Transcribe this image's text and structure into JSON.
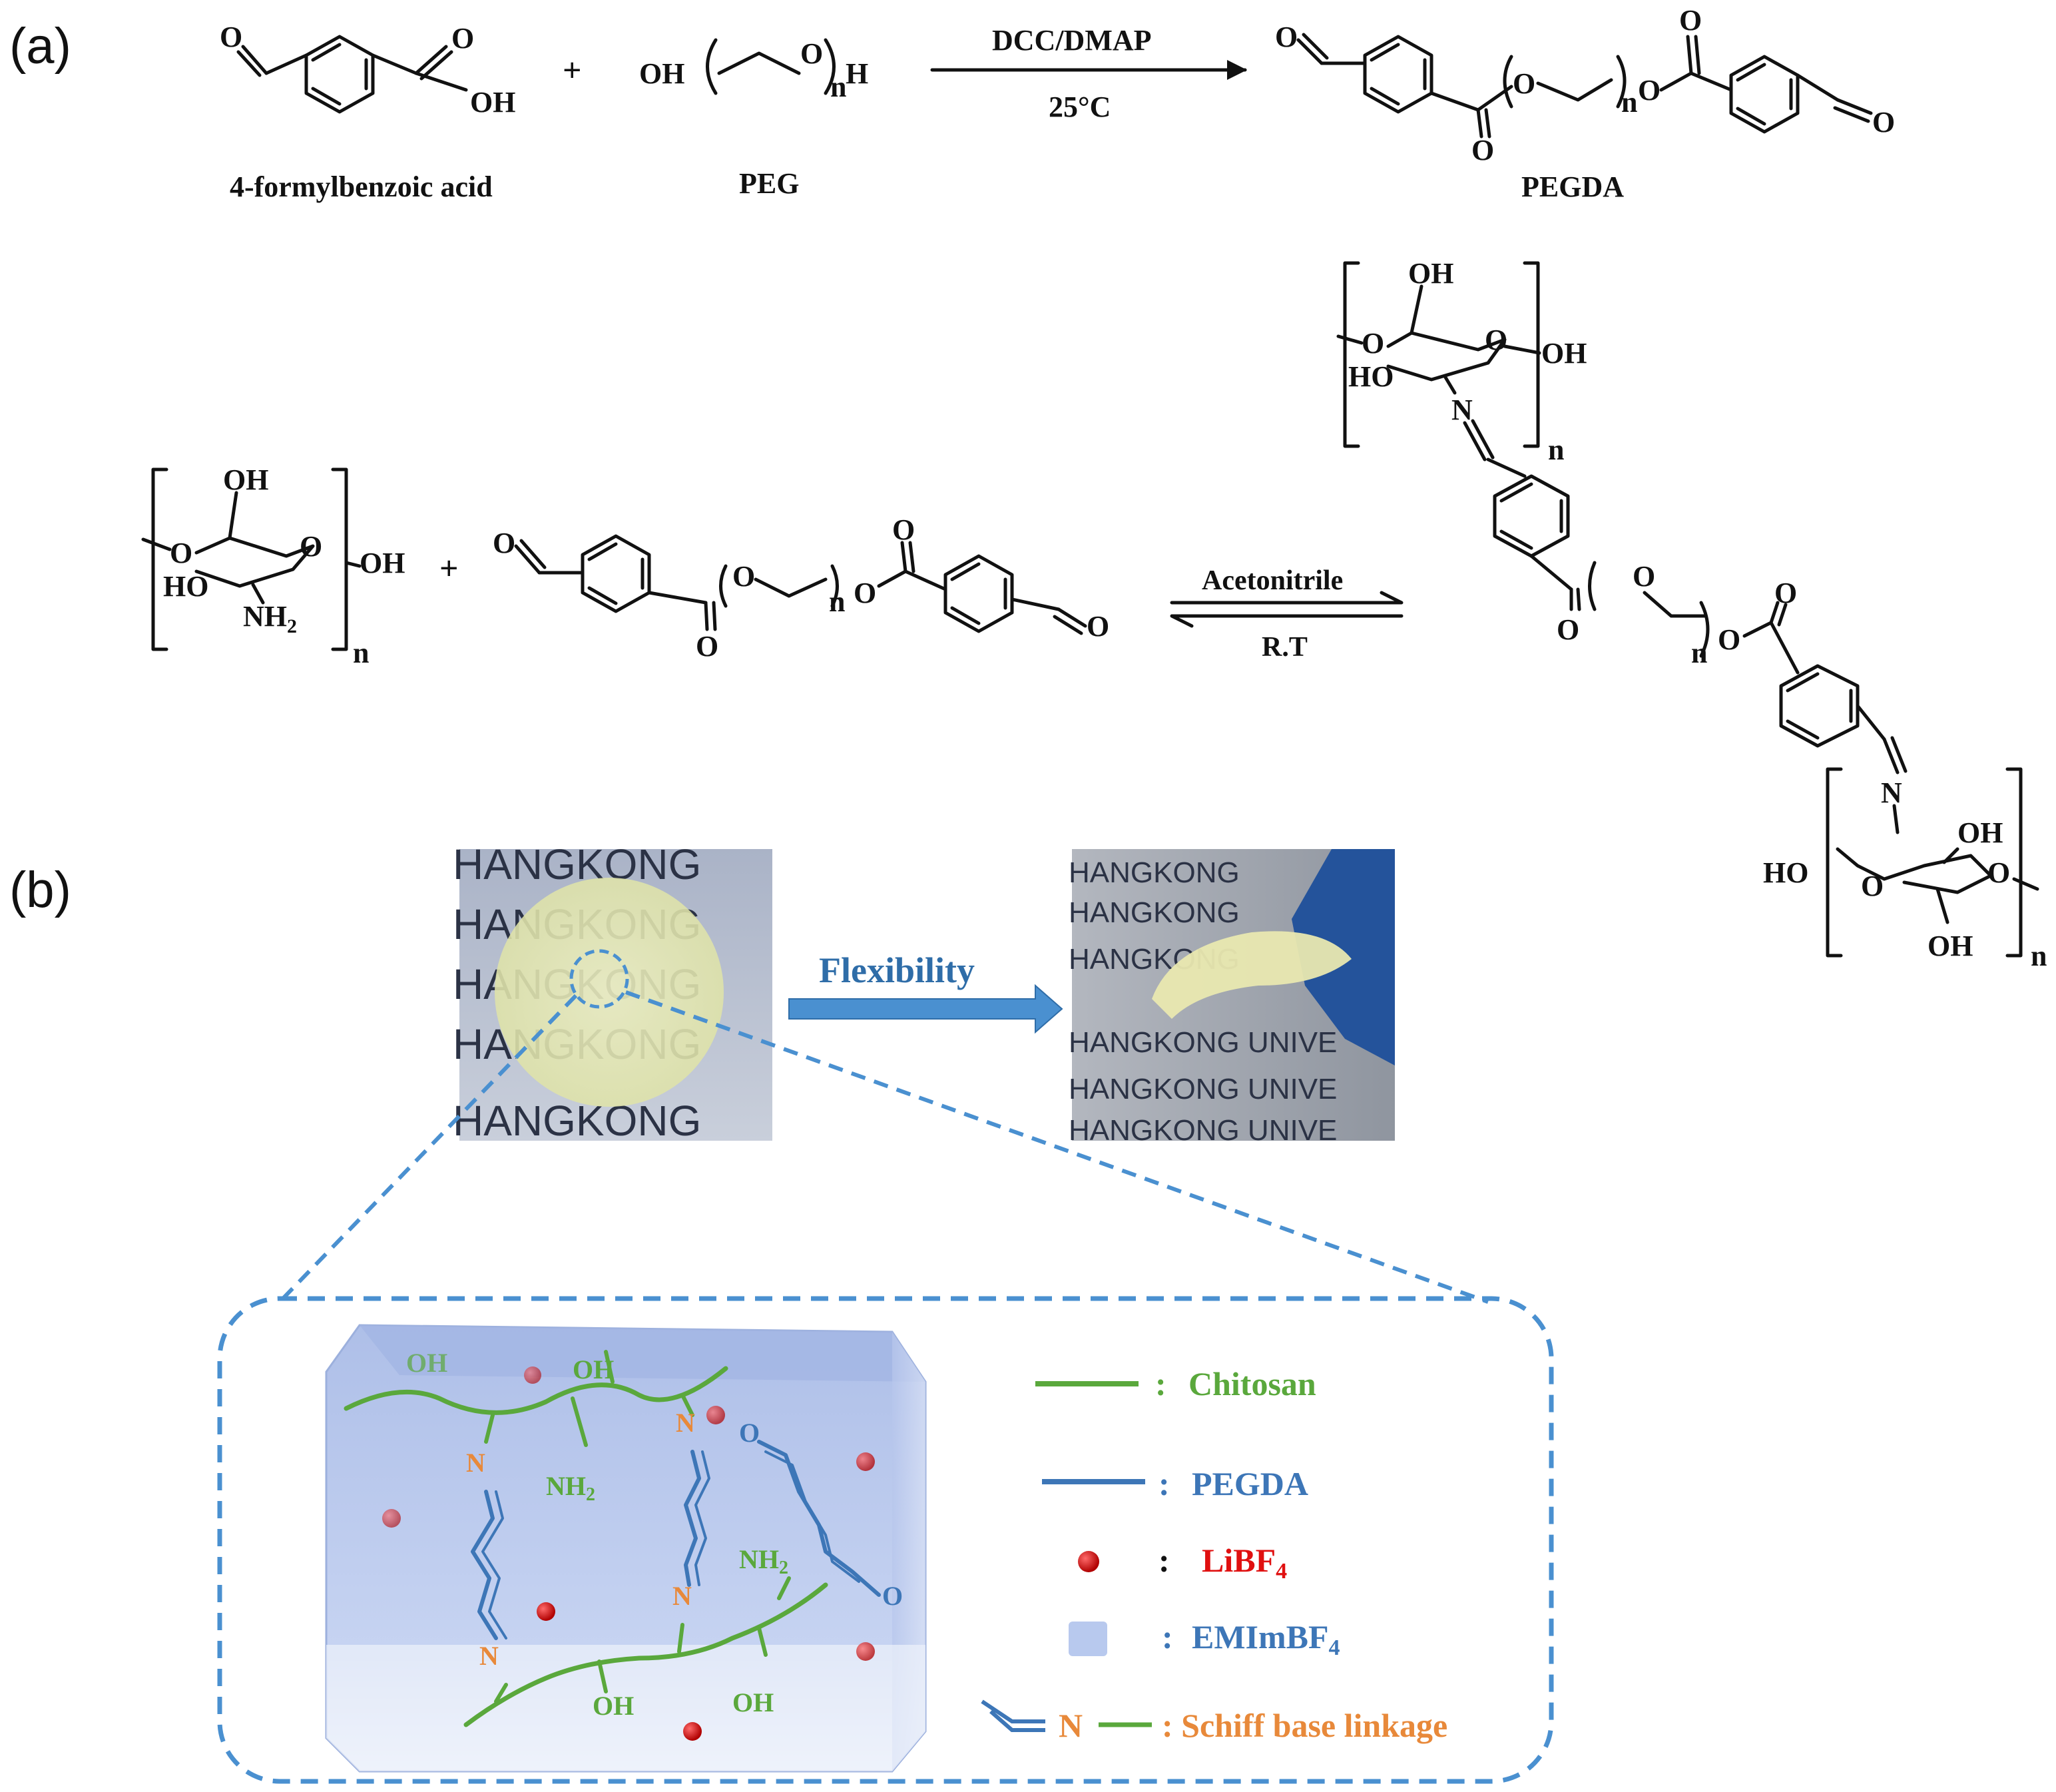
{
  "panels": {
    "a": "(a)",
    "b": "(b)"
  },
  "reaction1": {
    "reactant1": "4-formylbenzoic acid",
    "reactant2": "PEG",
    "plus": "+",
    "conditions_top": "DCC/DMAP",
    "conditions_bottom": "25°C",
    "product": "PEGDA"
  },
  "reaction2": {
    "plus": "+",
    "conditions_top": "Acetonitrile",
    "conditions_bottom": "R.T"
  },
  "photos": {
    "print_text": "HANGKONG",
    "print_text_long": "HANGKONG UNIVE",
    "arrow_label": "Flexibility"
  },
  "legend": {
    "chitosan": {
      "sep": ":",
      "label": "Chitosan",
      "color": "#5aa83c"
    },
    "pegda": {
      "sep": ":",
      "label": "PEGDA",
      "color": "#3d76b7"
    },
    "salt": {
      "sep": ":",
      "label": "LiBF",
      "sub": "4",
      "color": "#e01010"
    },
    "ionic_liquid": {
      "sep": ":",
      "label": "EMImBF",
      "sub": "4",
      "color": "#3d76b7"
    },
    "schiff": {
      "atom": "N",
      "label": ": Schiff base linkage",
      "color": "#e8893a"
    }
  },
  "structure_labels": {
    "OH": "OH",
    "HO": "HO",
    "O": "O",
    "N": "N",
    "NH": "NH",
    "H": "H",
    "n": "n",
    "two": "2"
  },
  "network_labels": {
    "oh": "OH",
    "nh2": "NH",
    "nh2_sub": "2",
    "n": "N",
    "o": "O"
  },
  "colors": {
    "chitosan": "#5aa83c",
    "pegda": "#3d76b7",
    "schiff_n": "#e8893a",
    "salt": "#d11a1a",
    "dashed": "#4a90d0",
    "gel_box": "#b8c9ee",
    "arrow": "#4a90d0"
  }
}
